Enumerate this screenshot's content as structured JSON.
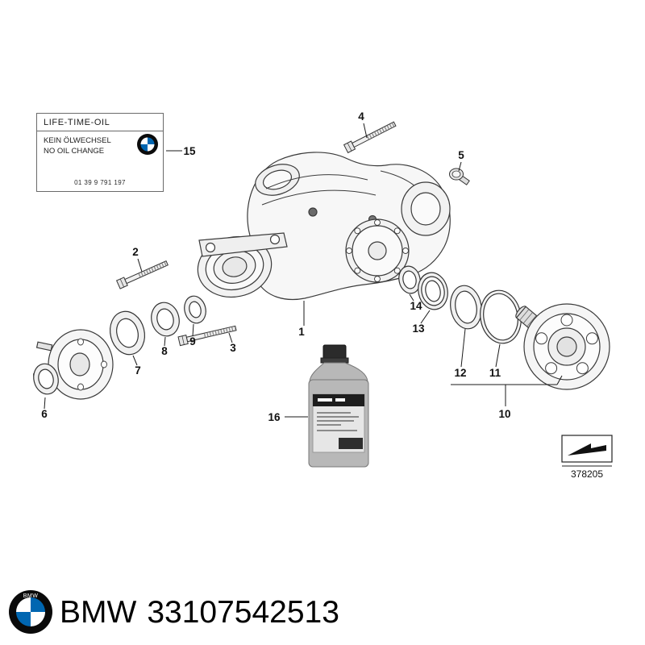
{
  "page": {
    "background": "#ffffff"
  },
  "label_box": {
    "title": "LIFE-TIME-OIL",
    "line_de": "KEIN ÖLWECHSEL",
    "line_en": "NO OIL CHANGE",
    "code": "01 39 9 791 197"
  },
  "diagram": {
    "ref_number": "378205",
    "callouts": [
      "1",
      "2",
      "3",
      "4",
      "5",
      "6",
      "7",
      "8",
      "9",
      "10",
      "11",
      "12",
      "13",
      "14",
      "15",
      "16"
    ]
  },
  "logo": {
    "text": "BMW",
    "blue": "#0066B1"
  },
  "footer": {
    "brand": "BMW",
    "part_number": "33107542513"
  }
}
